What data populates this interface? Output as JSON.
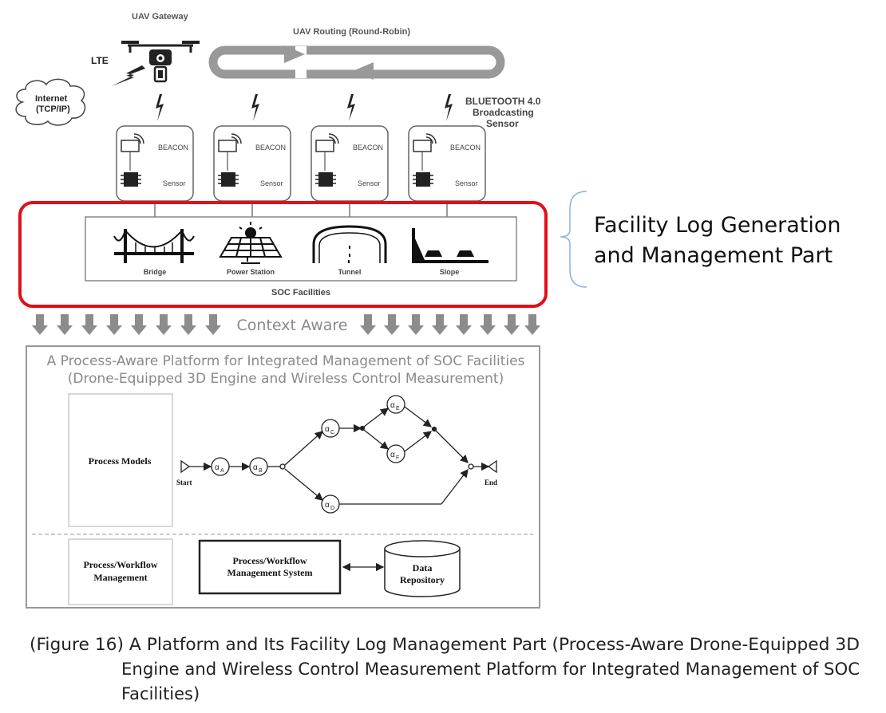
{
  "top": {
    "gateway_label": "UAV Gateway",
    "routing_label": "UAV Routing (Round-Robin)",
    "lte_label": "LTE",
    "internet_line1": "Internet",
    "internet_line2": "(TCP/IP)",
    "bluetooth_line1": "BLUETOOTH 4.0",
    "bluetooth_line2": "Broadcasting",
    "bluetooth_line3": "Sensor"
  },
  "sensor_nodes": [
    {
      "beacon": "BEACON",
      "sensor": "Sensor"
    },
    {
      "beacon": "BEACON",
      "sensor": "Sensor"
    },
    {
      "beacon": "BEACON",
      "sensor": "Sensor"
    },
    {
      "beacon": "BEACON",
      "sensor": "Sensor"
    }
  ],
  "facilities": {
    "items": [
      "Bridge",
      "Power Station",
      "Tunnel",
      "Slope"
    ],
    "group_label": "SOC Facilities"
  },
  "part_label": {
    "line1": "Facility Log Generation",
    "line2": "and Management Part"
  },
  "context_label": "Context Aware",
  "platform": {
    "title_line1": "A Process-Aware Platform for Integrated Management of SOC Facilities",
    "title_line2": "(Drone-Equipped 3D Engine and Wireless Control Measurement)",
    "process_models_label": "Process Models",
    "workflow_label_line1": "Process/Workflow",
    "workflow_label_line2": "Management",
    "start_label": "Start",
    "end_label": "End",
    "nodes": {
      "a": "A",
      "b": "B",
      "c": "C",
      "d": "D",
      "e": "E",
      "f": "F"
    },
    "alpha": "α",
    "system_line1": "Process/Workflow",
    "system_line2": "Management System",
    "repo_line1": "Data",
    "repo_line2": "Repository"
  },
  "caption": {
    "line1": "(Figure 16) A Platform and Its Facility Log Management Part (Process-Aware Drone-Equipped 3D",
    "line2": "Engine and Wireless Control Measurement Platform for Integrated Management of SOC",
    "line3": "Facilities)"
  },
  "colors": {
    "highlight": "#e0101a",
    "brace": "#8fb0d8",
    "arrow_gray": "#8c8c8c"
  }
}
